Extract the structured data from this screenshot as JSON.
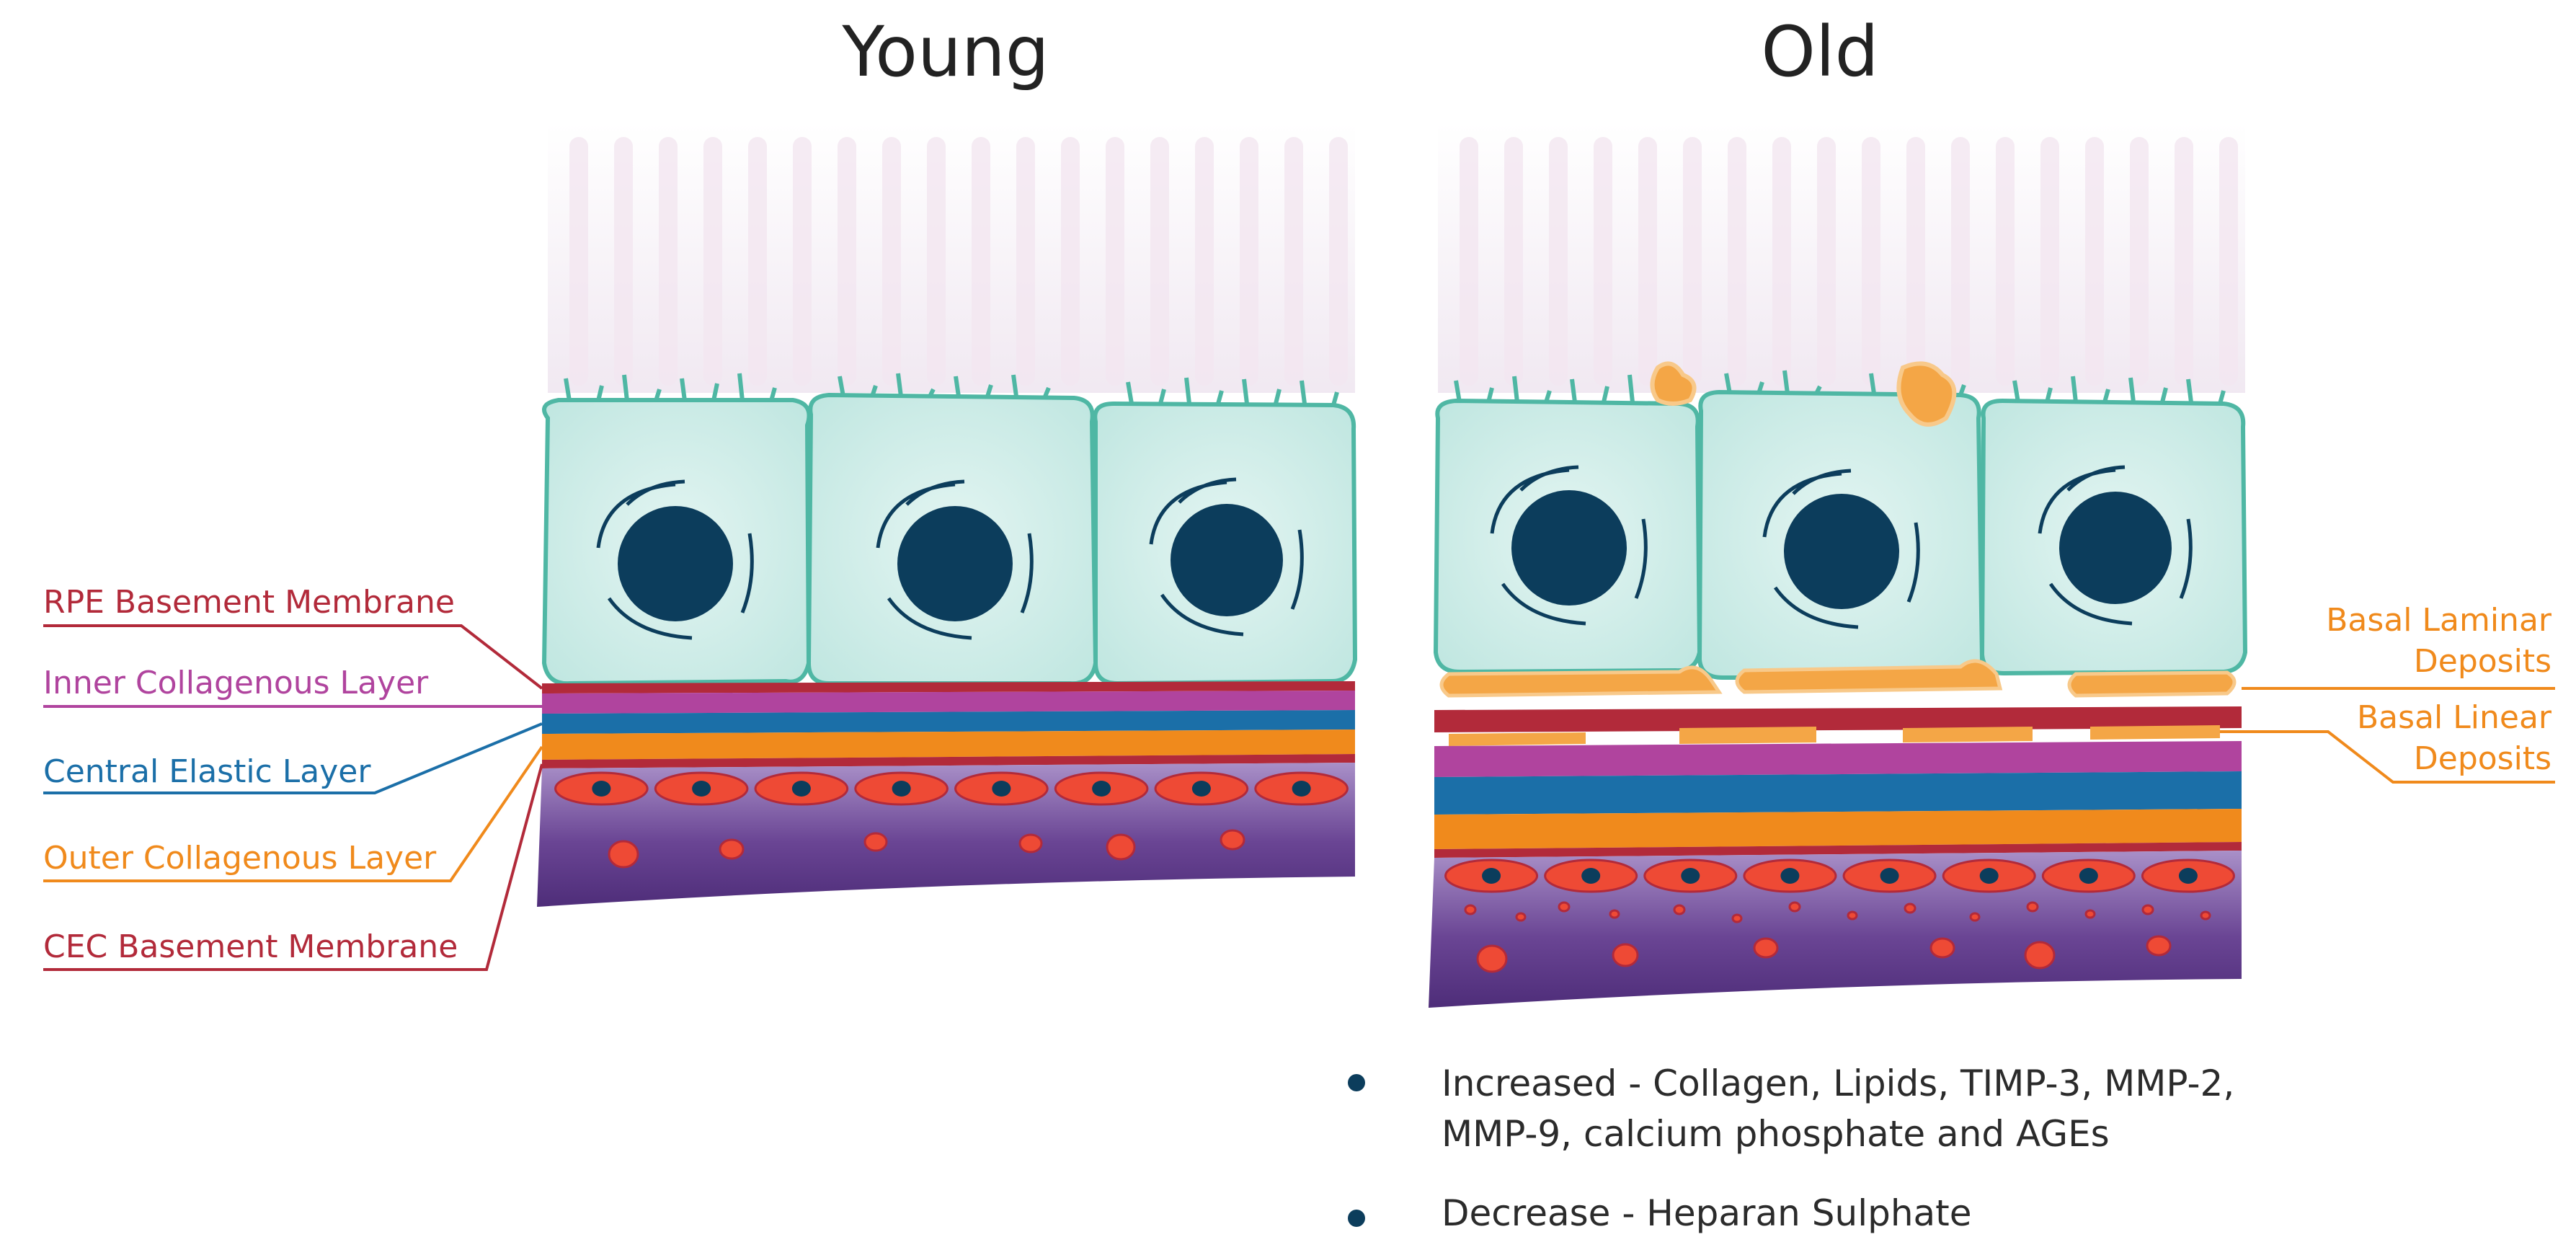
{
  "panels": {
    "young": {
      "title": "Young"
    },
    "old": {
      "title": "Old"
    }
  },
  "layer_labels": {
    "rpe_basement_membrane": "RPE Basement Membrane",
    "inner_collagenous_layer": "Inner Collagenous Layer",
    "central_elastic_layer": "Central Elastic Layer",
    "outer_collagenous_layer": "Outer Collagenous Layer",
    "cec_basement_membrane": "CEC Basement Membrane"
  },
  "deposit_labels": {
    "basal_laminar_line1": "Basal Laminar",
    "basal_laminar_line2": "Deposits",
    "basal_linear_line1": "Basal Linear",
    "basal_linear_line2": "Deposits"
  },
  "notes": {
    "increased_line1": "Increased - Collagen, Lipids, TIMP-3, MMP-2,",
    "increased_line2": "MMP-9, calcium phosphate and AGEs",
    "decrease": "Decrease - Heparan Sulphate"
  },
  "colors": {
    "rpe_basement_membrane": "#b22a3a",
    "inner_collagenous_layer": "#b0449e",
    "central_elastic_layer": "#1b6fa8",
    "outer_collagenous_layer": "#f08a1c",
    "cec_basement_membrane": "#b22a3a",
    "rpe_cell_fill": "#cdece8",
    "rpe_cell_border": "#4fb7a4",
    "nucleus": "#0c3d5c",
    "choroid": "#5e3a86",
    "blood_cell": "#ee4a35",
    "deposit": "#f4a646"
  }
}
